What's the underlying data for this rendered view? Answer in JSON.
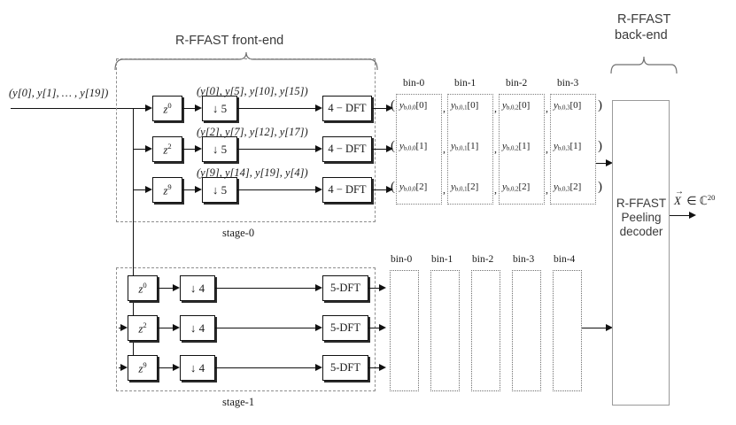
{
  "figure": {
    "title_frontend": "R-FFAST front-end",
    "title_backend_line1": "R-FFAST",
    "title_backend_line2": "back-end",
    "input_signal": "(y[0], y[1], … , y[19])",
    "stage0_label": "stage-0",
    "stage1_label": "stage-1",
    "output_label": "X ∈ ℂ20"
  },
  "stage0": {
    "label": "stage-0",
    "rows": [
      {
        "delay": "z0",
        "delay_base": "z",
        "delay_exp": "0",
        "downsample": "↓ 5",
        "subsampled": "(y[0], y[5], y[10], y[15])",
        "dft": "4 − DFT"
      },
      {
        "delay": "z2",
        "delay_base": "z",
        "delay_exp": "2",
        "downsample": "↓ 5",
        "subsampled": "(y[2], y[7], y[12], y[17])",
        "dft": "4 − DFT"
      },
      {
        "delay": "z9",
        "delay_base": "z",
        "delay_exp": "9",
        "downsample": "↓ 5",
        "subsampled": "(y[9], y[14], y[19], y[4])",
        "dft": "4 − DFT"
      }
    ],
    "bin_labels": [
      "bin-0",
      "bin-1",
      "bin-2",
      "bin-3"
    ],
    "bin_values": [
      [
        {
          "base": "y",
          "sub": "b,0,0",
          "idx": "[0]"
        },
        {
          "base": "y",
          "sub": "b,0,1",
          "idx": "[0]"
        },
        {
          "base": "y",
          "sub": "b,0,2",
          "idx": "[0]"
        },
        {
          "base": "y",
          "sub": "b,0,3",
          "idx": "[0]"
        }
      ],
      [
        {
          "base": "y",
          "sub": "b,0,0",
          "idx": "[1]"
        },
        {
          "base": "y",
          "sub": "b,0,1",
          "idx": "[1]"
        },
        {
          "base": "y",
          "sub": "b,0,2",
          "idx": "[1]"
        },
        {
          "base": "y",
          "sub": "b,0,3",
          "idx": "[1]"
        }
      ],
      [
        {
          "base": "y",
          "sub": "b,0,0",
          "idx": "[2]"
        },
        {
          "base": "y",
          "sub": "b,0,1",
          "idx": "[2]"
        },
        {
          "base": "y",
          "sub": "b,0,2",
          "idx": "[2]"
        },
        {
          "base": "y",
          "sub": "b,0,3",
          "idx": "[2]"
        }
      ]
    ],
    "open_paren": "(",
    "close_paren": ")",
    "comma": ","
  },
  "stage1": {
    "label": "stage-1",
    "rows": [
      {
        "delay_base": "z",
        "delay_exp": "0",
        "downsample": "↓ 4",
        "dft": "5-DFT"
      },
      {
        "delay_base": "z",
        "delay_exp": "2",
        "downsample": "↓ 4",
        "dft": "5-DFT"
      },
      {
        "delay_base": "z",
        "delay_exp": "9",
        "downsample": "↓ 4",
        "dft": "5-DFT"
      }
    ],
    "bin_labels": [
      "bin-0",
      "bin-1",
      "bin-2",
      "bin-3",
      "bin-4"
    ]
  },
  "backend": {
    "line1": "R-FFAST",
    "line2": "Peeling",
    "line3": "decoder",
    "output_vec": "X",
    "output_member": "∈ ℂ",
    "output_exp": "20"
  },
  "colors": {
    "line": "#111111",
    "dashed": "#8e8e8e",
    "dotted": "#7d7d7d",
    "sans_text": "#3a3a3a",
    "backend_border": "#9a9a9a"
  }
}
